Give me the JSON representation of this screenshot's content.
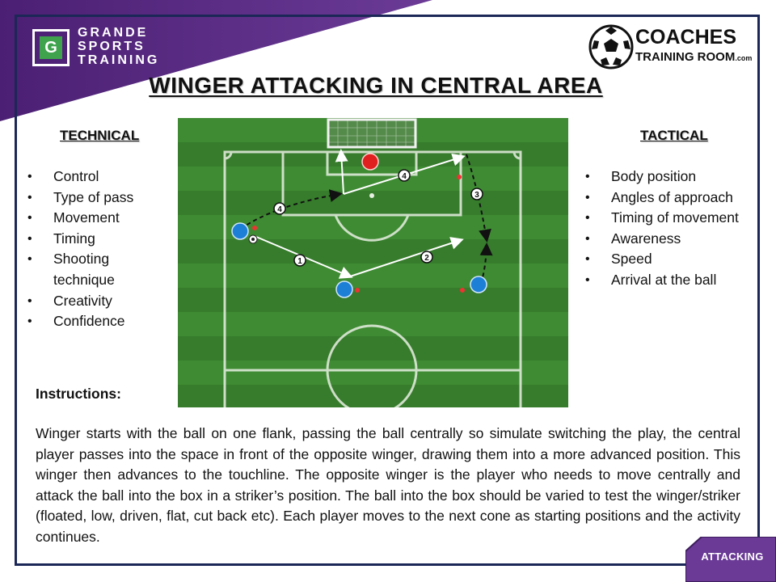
{
  "branding": {
    "left_logo_letter": "G",
    "left_logo_lines": [
      "GRANDE",
      "SPORTS",
      "TRAINING"
    ],
    "right_logo_line1": "COACHES",
    "right_logo_line2": "TRAINING ROOM",
    "right_logo_suffix": ".com"
  },
  "title": "WINGER ATTACKING IN CENTRAL AREA",
  "technical": {
    "heading": "TECHNICAL",
    "items": [
      "Control",
      "Type of pass",
      "Movement",
      "Timing",
      "Shooting technique",
      "Creativity",
      "Confidence"
    ]
  },
  "tactical": {
    "heading": "TACTICAL",
    "items": [
      "Body position",
      "Angles of approach",
      "Timing of movement",
      "Awareness",
      "Speed",
      "Arrival at the ball"
    ]
  },
  "diagram": {
    "step_labels": [
      "1",
      "2",
      "3",
      "4",
      "4"
    ],
    "colors": {
      "player_blue": "#1e7fd6",
      "player_red": "#e01f1f",
      "pitch": "#3e8a32",
      "accent_purple": "#5b2a86"
    }
  },
  "instructions": {
    "heading": "Instructions:",
    "text": "Winger starts with the ball on one flank, passing the ball centrally so simulate switching the play, the central player passes into the space in front of the opposite winger, drawing them into a more advanced position. This winger then advances to the touchline. The opposite winger is the player who needs to move centrally and attack the ball into the box in a striker’s position. The ball into the box should be varied to test the winger/striker (floated, low, driven, flat, cut back etc). Each player moves to the next cone as starting positions and the activity continues."
  },
  "category_tag": "ATTACKING"
}
